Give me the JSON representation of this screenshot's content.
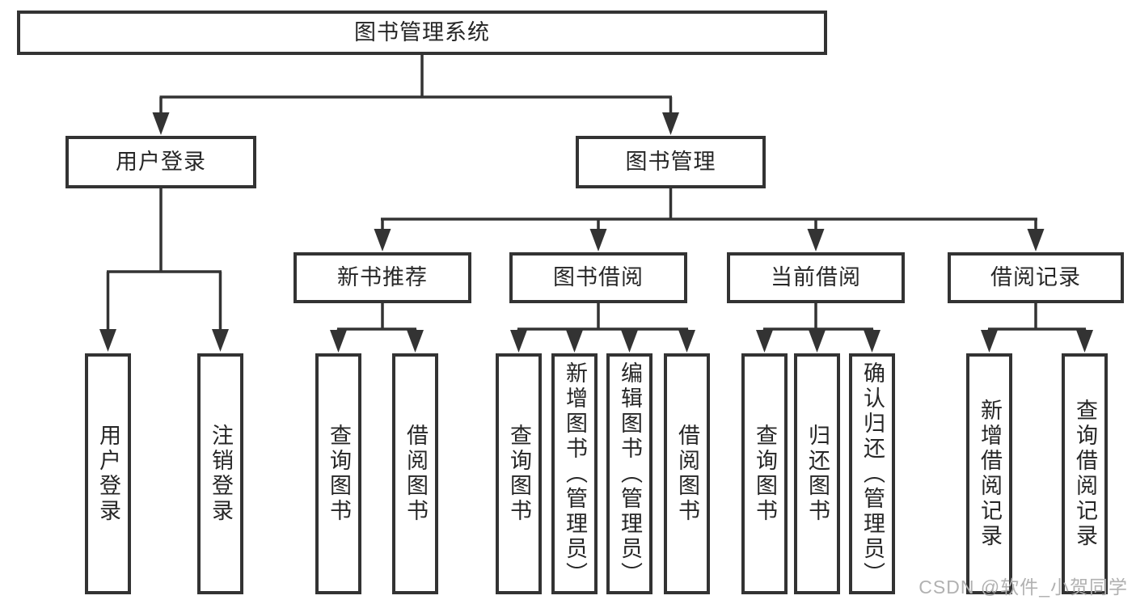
{
  "root": {
    "label": "图书管理系统"
  },
  "branch_user": {
    "label": "用户登录",
    "leaves": [
      "用户登录",
      "注销登录"
    ]
  },
  "branch_book": {
    "label": "图书管理",
    "groups": [
      {
        "label": "新书推荐",
        "leaves": [
          "查询图书",
          "借阅图书"
        ]
      },
      {
        "label": "图书借阅",
        "leaves": [
          "查询图书",
          "新增图书（管理员）",
          "编辑图书（管理员）",
          "借阅图书"
        ]
      },
      {
        "label": "当前借阅",
        "leaves": [
          "查询图书",
          "归还图书",
          "确认归还（管理员）"
        ]
      },
      {
        "label": "借阅记录",
        "leaves": [
          "新增借阅记录",
          "查询借阅记录"
        ]
      }
    ]
  },
  "watermark": "CSDN @软件_小贺同学",
  "colors": {
    "line": "#333333",
    "border": "#333333",
    "text": "#262626",
    "watermark": "#b1b1b1",
    "background": "#ffffff"
  }
}
